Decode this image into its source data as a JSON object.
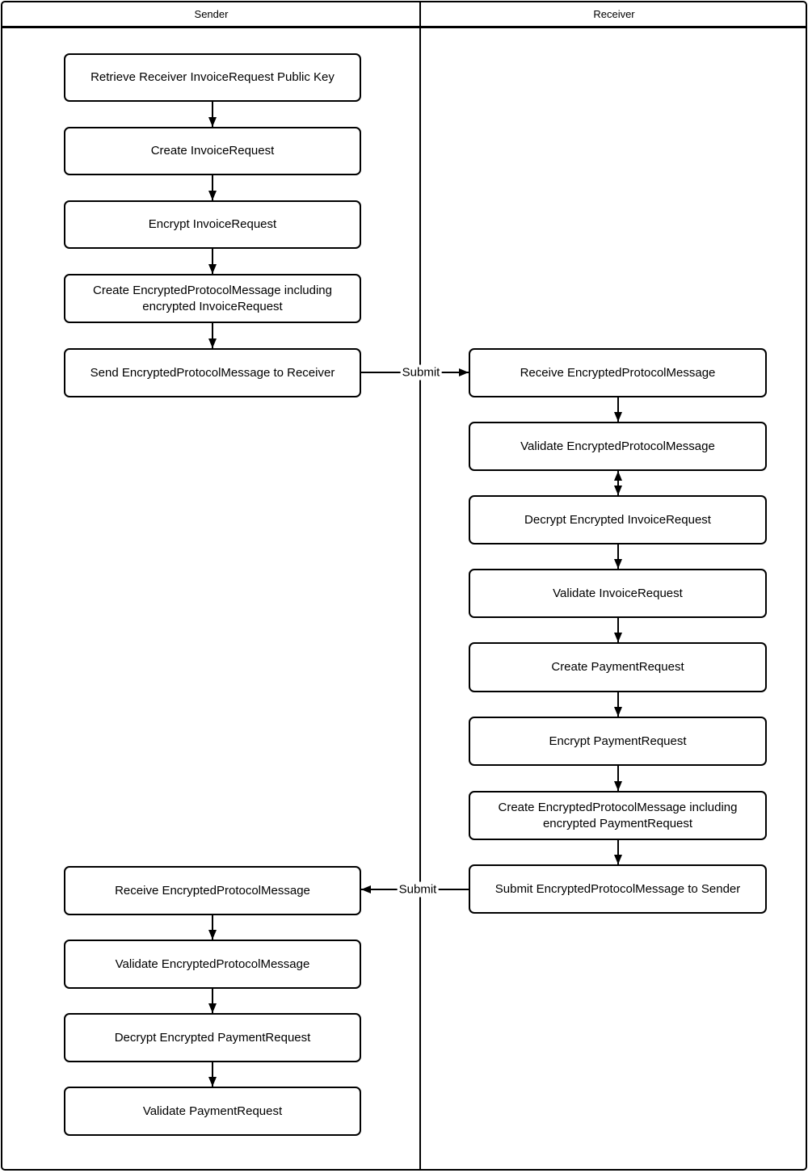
{
  "lanes": {
    "sender_title": "Sender",
    "receiver_title": "Receiver"
  },
  "sender_nodes": [
    {
      "label": "Retrieve Receiver InvoiceRequest Public Key"
    },
    {
      "label": "Create InvoiceRequest"
    },
    {
      "label": "Encrypt InvoiceRequest"
    },
    {
      "label": "Create EncryptedProtocolMessage including encrypted InvoiceRequest"
    },
    {
      "label": "Send EncryptedProtocolMessage to Receiver"
    },
    {
      "label": "Receive EncryptedProtocolMessage"
    },
    {
      "label": "Validate EncryptedProtocolMessage"
    },
    {
      "label": "Decrypt Encrypted PaymentRequest"
    },
    {
      "label": "Validate PaymentRequest"
    }
  ],
  "receiver_nodes": [
    {
      "label": "Receive EncryptedProtocolMessage"
    },
    {
      "label": "Validate EncryptedProtocolMessage"
    },
    {
      "label": "Decrypt Encrypted InvoiceRequest"
    },
    {
      "label": "Validate InvoiceRequest"
    },
    {
      "label": "Create PaymentRequest"
    },
    {
      "label": "Encrypt PaymentRequest"
    },
    {
      "label": "Create EncryptedProtocolMessage including encrypted PaymentRequest"
    },
    {
      "label": "Submit EncryptedProtocolMessage to Sender"
    }
  ],
  "connectors": {
    "submit_to_receiver": {
      "label": "Submit"
    },
    "submit_to_sender": {
      "label": "Submit"
    }
  },
  "colors": {
    "line": "#000000",
    "background": "#ffffff"
  }
}
